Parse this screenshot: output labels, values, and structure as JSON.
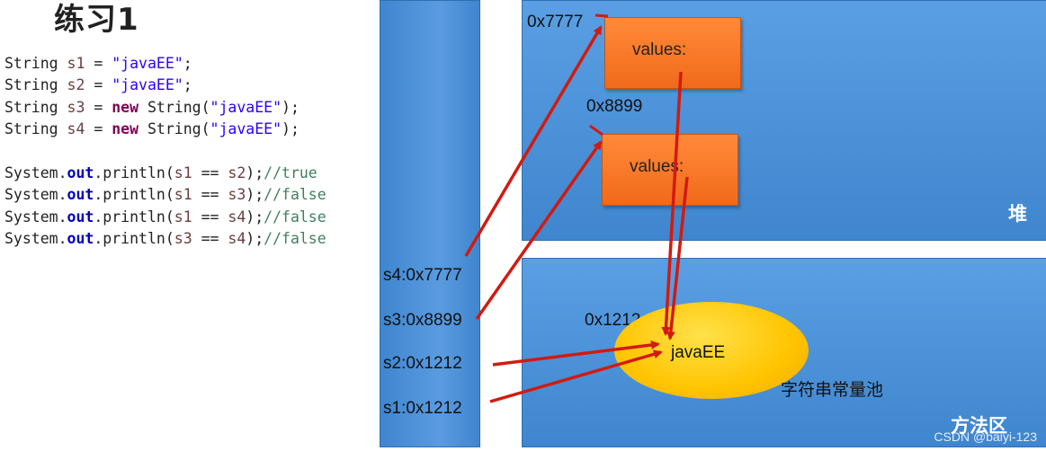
{
  "title": "练习1",
  "code_lines": [
    {
      "prefix": "String ",
      "var": "s1",
      "mid": " = ",
      "str": "\"javaEE\"",
      "end": ";"
    },
    {
      "prefix": "String ",
      "var": "s2",
      "mid": " = ",
      "str": "\"javaEE\"",
      "end": ";"
    },
    {
      "prefix": "String ",
      "var": "s3",
      "mid": " = ",
      "kw": "new",
      "call": " String(",
      "str": "\"javaEE\"",
      "end": ");"
    },
    {
      "prefix": "String ",
      "var": "s4",
      "mid": " = ",
      "kw": "new",
      "call": " String(",
      "str": "\"javaEE\"",
      "end": ");"
    }
  ],
  "println_lines": [
    {
      "cls": "System.",
      "fld": "out",
      "call": ".println(",
      "a": "s1",
      "op": " == ",
      "b": "s2",
      "close": ");",
      "comment": "//true"
    },
    {
      "cls": "System.",
      "fld": "out",
      "call": ".println(",
      "a": "s1",
      "op": " == ",
      "b": "s3",
      "close": ");",
      "comment": "//false"
    },
    {
      "cls": "System.",
      "fld": "out",
      "call": ".println(",
      "a": "s1",
      "op": " == ",
      "b": "s4",
      "close": ");",
      "comment": "//false"
    },
    {
      "cls": "System.",
      "fld": "out",
      "call": ".println(",
      "a": "s3",
      "op": " == ",
      "b": "s4",
      "close": ");",
      "comment": "//false"
    }
  ],
  "stack_vars": [
    "s4:0x7777",
    "s3:0x8899",
    "s2:0x1212",
    "s1:0x1212"
  ],
  "heap": {
    "label": "堆",
    "objects": [
      {
        "address": "0x7777",
        "field": "values:"
      },
      {
        "address": "0x8899",
        "field": "values:"
      }
    ]
  },
  "method_area": {
    "label": "方法区",
    "pool_address": "0x1212",
    "pool_value": "javaEE",
    "pool_label": "字符串常量池"
  },
  "watermark": "CSDN @baiyi-123",
  "colors": {
    "arrow": "#d21a10",
    "heap_object": "#f47a2a",
    "pool": "#ffc400",
    "region": "#4a90d9"
  }
}
